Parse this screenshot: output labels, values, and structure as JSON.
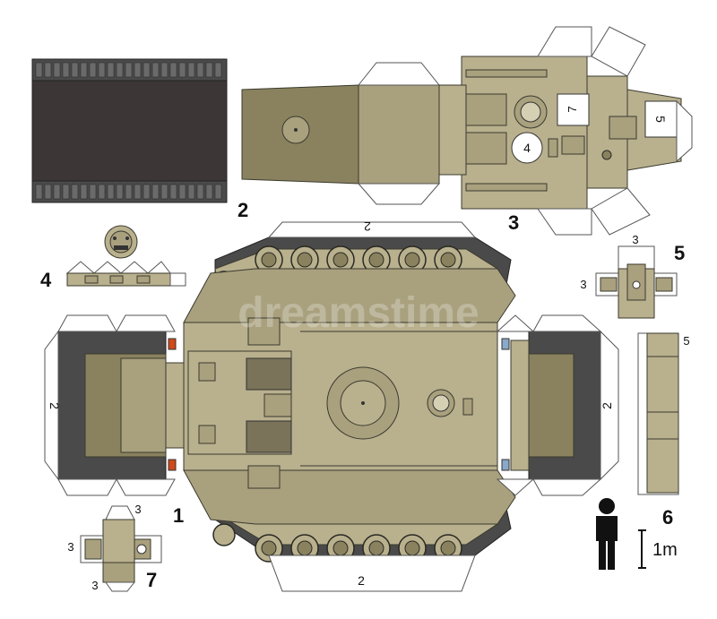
{
  "part_labels": {
    "part1": "1",
    "part2": "2",
    "part3": "3",
    "part4": "4",
    "part5": "5",
    "part6": "6",
    "part7": "7"
  },
  "glue_marks": {
    "hull_top": "2",
    "hull_bottom": "2",
    "hull_left": "2",
    "hull_right": "2",
    "part5_top": "3",
    "part5_left": "3",
    "part6_side": "5",
    "part7_top": "3",
    "part7_left": "3",
    "part7_bottom": "3",
    "turret_square": "7",
    "turret_circle": "4",
    "turret_right": "5"
  },
  "scale": {
    "label": "1m"
  },
  "watermark": "dreamstime",
  "colors": {
    "hull": "#b9b08e",
    "hull_dark": "#8a825f",
    "tread": "#4a4a4a",
    "outline": "#3a3a2e"
  }
}
